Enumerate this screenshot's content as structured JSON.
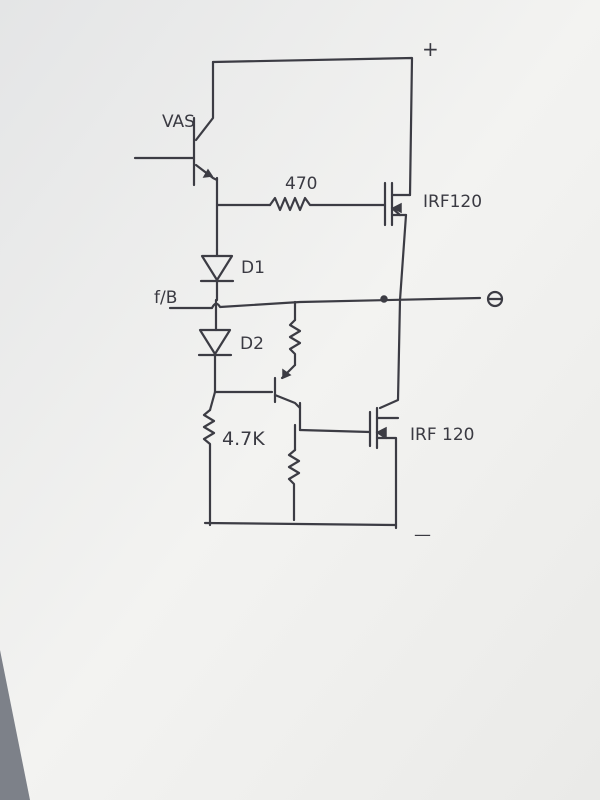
{
  "schematic": {
    "labels": {
      "vas": "VAS",
      "resistor_top": "470",
      "mosfet_top": "IRF120",
      "diode_1": "D1",
      "feedback": "f/B",
      "diode_2": "D2",
      "resistor_bottom": "4.7K",
      "mosfet_bottom": "IRF 120",
      "plus": "+",
      "minus": "—"
    },
    "colors": {
      "paper": "#f2f2f0",
      "ink": "#3c3c44",
      "background": "#7d8189"
    }
  }
}
